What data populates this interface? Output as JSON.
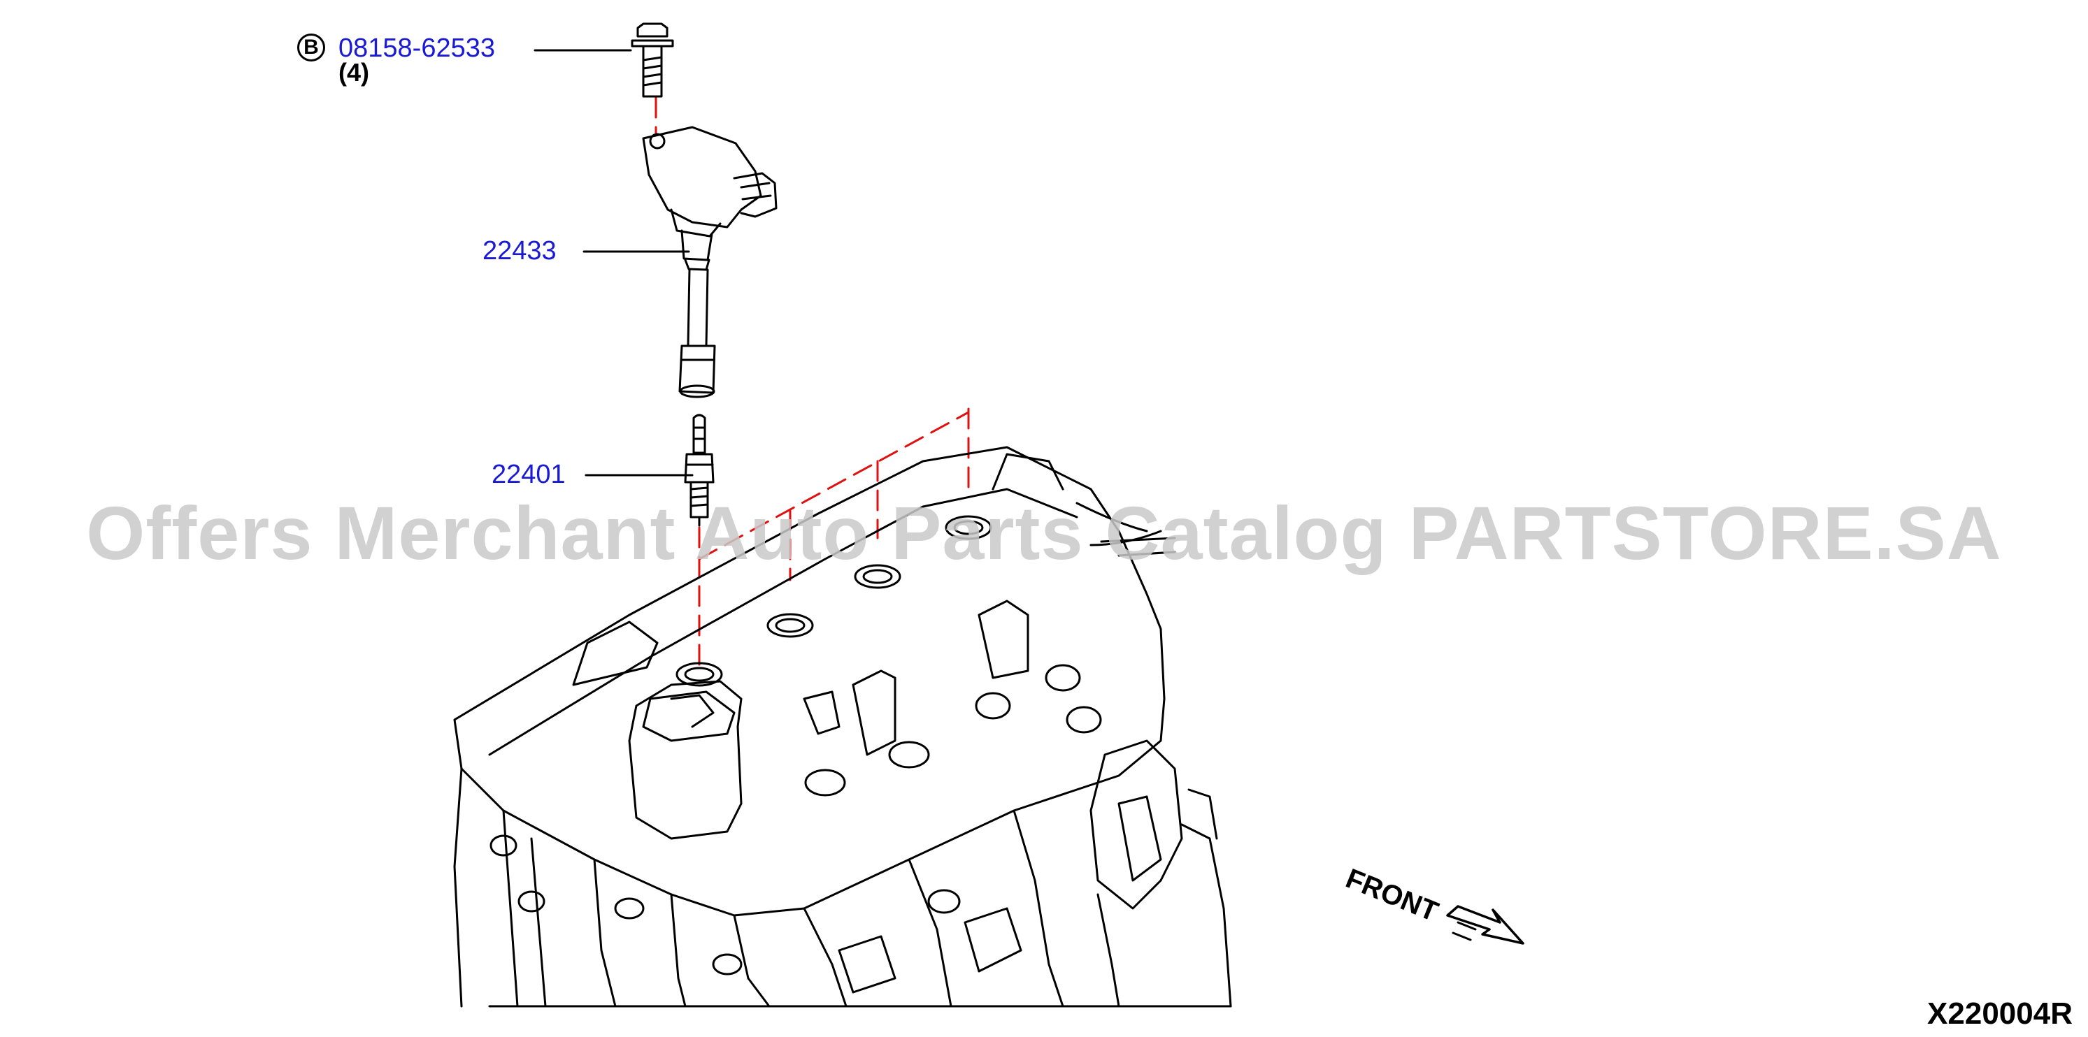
{
  "callouts": {
    "bolt": {
      "part_number": "08158-62533",
      "badge": "B",
      "quantity": "(4)"
    },
    "ignition_coil": {
      "part_number": "22433"
    },
    "spark_plug": {
      "part_number": "22401"
    }
  },
  "direction_label": "FRONT",
  "diagram_id": "X220004R",
  "watermark": "Offers Merchant Auto Parts Catalog PARTSTORE.SA",
  "colors": {
    "callout": "#1a1ad6",
    "centerline": "#e01010",
    "linework": "#000000",
    "watermark": "#c9c9c9"
  }
}
